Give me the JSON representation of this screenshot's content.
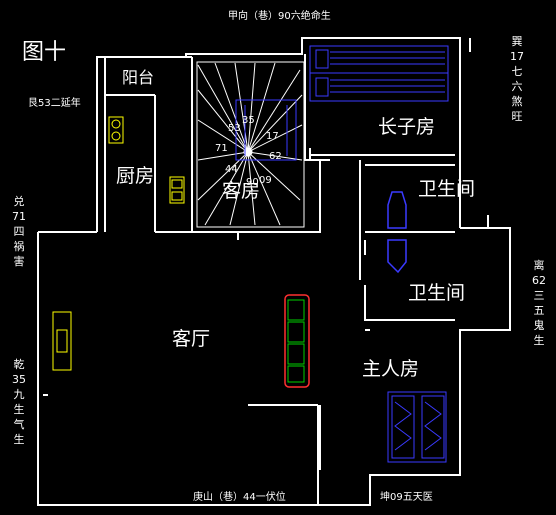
{
  "figure_label": "图十",
  "edges": {
    "top": "甲向（巷）90六绝命生",
    "bottom_left": "庚山（巷）44一伏位",
    "bottom_right": "坤09五天医",
    "left_upper": "艮53二延年",
    "left_mid": [
      "兑",
      "71",
      "四",
      "祸",
      "害"
    ],
    "left_low": [
      "乾",
      "35",
      "九",
      "生",
      "气",
      "生"
    ],
    "right_top": [
      "巽",
      "17",
      "七",
      "六",
      "煞",
      "旺"
    ],
    "right_mid": [
      "离",
      "62",
      "三",
      "五",
      "鬼",
      "生"
    ]
  },
  "rooms": {
    "balcony": "阳台",
    "kitchen": "厨房",
    "guest_room": "客房",
    "eldest_son_room": "长子房",
    "bathroom_1": "卫生间",
    "bathroom_2": "卫生间",
    "living_room": "客厅",
    "master_room": "主人房"
  },
  "stair_labels": [
    "53",
    "71",
    "17",
    "44",
    "09",
    "62",
    "35",
    "90"
  ],
  "colors": {
    "background": "#000000",
    "wall": "#ffffff",
    "bed": "#3a3aff",
    "fixture": "#ffff00",
    "sofa": "#ff3030",
    "plant": "#00d000",
    "stair_center": "#ffffff"
  }
}
